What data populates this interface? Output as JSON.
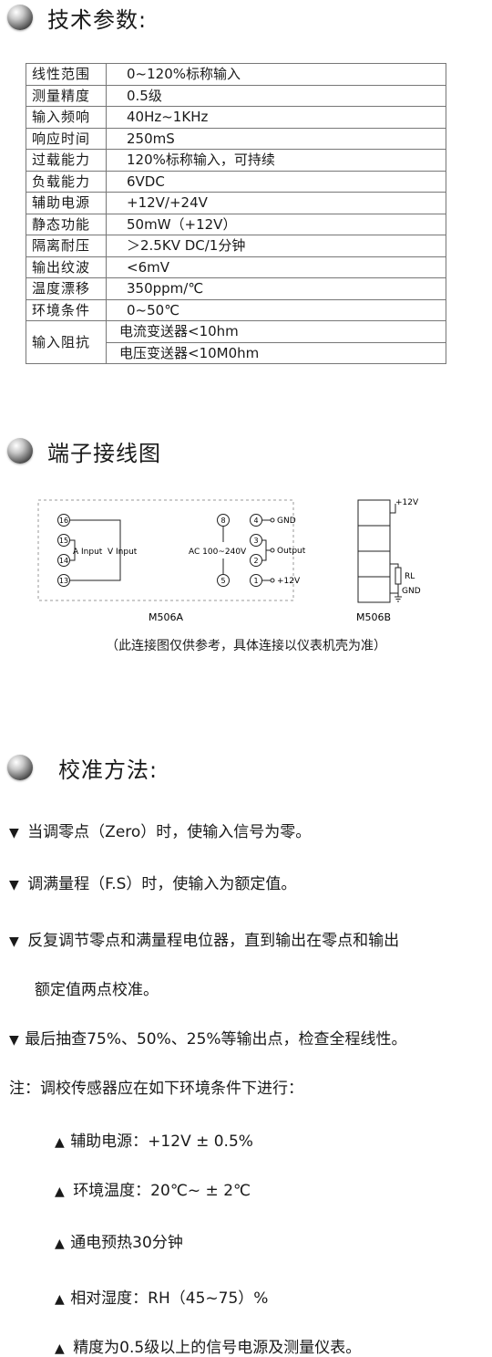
{
  "sections": {
    "specs": "技术参数:",
    "wiring": "端子接线图",
    "calibration": "校准方法:"
  },
  "specs": [
    {
      "label": "线性范围",
      "value": "0~120%标称输入"
    },
    {
      "label": "测量精度",
      "value": "0.5级"
    },
    {
      "label": "输入频响",
      "value": "40Hz~1KHz"
    },
    {
      "label": "响应时间",
      "value": "250mS"
    },
    {
      "label": "过载能力",
      "value": "120%标称输入，可持续"
    },
    {
      "label": "负载能力",
      "value": "6VDC"
    },
    {
      "label": "辅助电源",
      "value": "+12V/+24V"
    },
    {
      "label": "静态功能",
      "value": "50mW（+12V）"
    },
    {
      "label": "隔离耐压",
      "value": "＞2.5KV DC/1分钟"
    },
    {
      "label": "输出纹波",
      "value": "<6mV"
    },
    {
      "label": "温度漂移",
      "value": "350ppm/℃"
    },
    {
      "label": "环境条件",
      "value": "0~50℃"
    }
  ],
  "impedance": {
    "label": "输入阻抗",
    "current": "电流变送器<10hm",
    "voltage": "电压变送器<10M0hm"
  },
  "diagram": {
    "a": {
      "terminals": [
        "16",
        "15",
        "14",
        "13",
        "8",
        "5",
        "4",
        "3",
        "2",
        "1"
      ],
      "a_input": "A Input",
      "v_input": "V Input",
      "ac": "AC 100~240V",
      "gnd": "GND",
      "output": "Output",
      "plus12": "+12V",
      "caption": "M506A"
    },
    "b": {
      "plus12": "+12V",
      "rl": "RL",
      "gnd": "GND",
      "caption": "M506B"
    },
    "note": "（此连接图仅供参考，具体连接以仪表机壳为准）"
  },
  "steps": [
    "当调零点（Zero）时，使输入信号为零。",
    "调满量程（F.S）时，使输入为额定值。",
    "反复调节零点和满量程电位器，直到输出在零点和输出",
    "额定值两点校准。",
    "最后抽查75%、50%、25%等输出点，检查全程线性。"
  ],
  "note_intro": "注：调校传感器应在如下环境条件下进行：",
  "conditions": [
    "辅助电源：+12V ± 0.5%",
    "环境温度：20℃~ ± 2℃",
    "通电预热30分钟",
    "相对湿度：RH（45~75）%",
    "精度为0.5级以上的信号电源及测量仪表。"
  ],
  "marks": {
    "down": "▼",
    "up": "▲"
  }
}
